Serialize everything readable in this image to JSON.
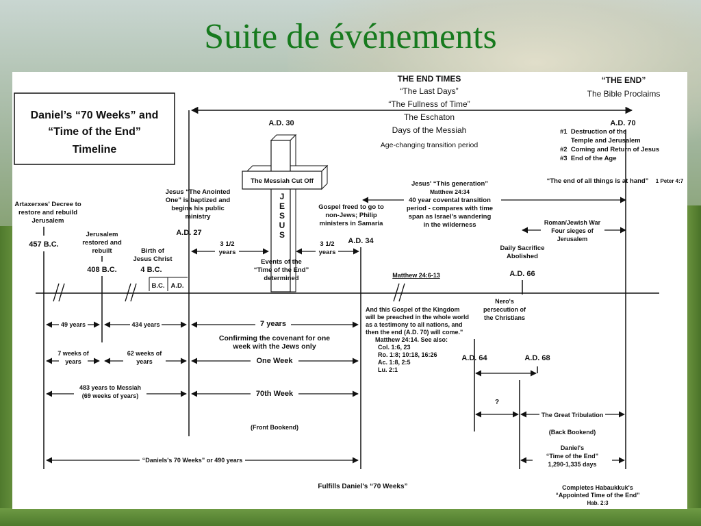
{
  "slide": {
    "title": "Suite de événements"
  },
  "diagram": {
    "box_title": [
      "Daniel’s “70 Weeks” and",
      "“Time of the End”",
      "Timeline"
    ],
    "end_times": [
      "THE END TIMES",
      "“The Last Days”",
      "“The Fullness of Time”",
      "The Eschaton",
      "Days of the Messiah"
    ],
    "transition_period": "Age-changing transition period",
    "the_end": [
      "“THE END”",
      "The Bible Proclaims"
    ],
    "ad70": "A.D. 70",
    "events70": [
      "#1  Destruction of the",
      "      Temple and Jerusalem",
      "#2  Coming and Return of Jesus",
      "#3  End of the Age"
    ],
    "ad30": "A.D. 30",
    "messiah_cut_off": "The Messiah Cut Off",
    "jesus_letters": [
      "J",
      "E",
      "S",
      "U",
      "S"
    ],
    "artaxerxes": [
      "Artaxerxes' Decree to",
      "restore and rebuild",
      "Jerusalem"
    ],
    "bc457": "457 B.C.",
    "jerusalem_restored": [
      "Jerusalem",
      "restored and",
      "rebuilt"
    ],
    "bc408": "408 B.C.",
    "birth": [
      "Birth of",
      "Jesus Christ"
    ],
    "bc4": "4 B.C.",
    "bc_label": "B.C.",
    "ad_label": "A.D.",
    "baptized": [
      "Jesus “The Anointed",
      "One” is baptized and",
      "begins his public",
      "ministry"
    ],
    "ad27": "A.D. 27",
    "three_half_left": [
      "3 1/2",
      "years"
    ],
    "events_time_end": [
      "Events of the",
      "“Time of the End”",
      "determined"
    ],
    "gospel_freed": [
      "Gospel freed to go to",
      "non-Jews; Philip",
      "ministers in Samaria"
    ],
    "three_half_right": [
      "3 1/2",
      "years"
    ],
    "ad34": "A.D. 34",
    "generation": [
      "Jesus' “This generation”",
      "Matthew 24:34",
      "40 year covental transition",
      "period - compares with time",
      "span as Israel's wandering",
      "in the wilderness"
    ],
    "end_all_things": "“The end of all things is at hand”",
    "peter": "1 Peter 4:7",
    "roman_war": [
      "Roman/Jewish War",
      "Four sieges of",
      "Jerusalem"
    ],
    "daily_sacrifice": [
      "Daily Sacrifice",
      "Abolished"
    ],
    "ad66": "A.D. 66",
    "matthew_24_6": "Matthew 24:6-13",
    "gospel_kingdom": [
      "And this Gospel of the Kingdom",
      "will be preached in the whole world",
      "as a testimony to all nations, and",
      "then the end (A.D. 70) will come.\"",
      "Matthew 24:14. See also:",
      "Col. 1:6, 23",
      "Ro. 1:8; 10:18, 16:26",
      "Ac. 1:8, 2:5",
      "Lu. 2:1"
    ],
    "nero": [
      "Nero's",
      "persecution of",
      "the Christians"
    ],
    "ad64": "A.D. 64",
    "ad68": "A.D. 68",
    "question": "?",
    "great_tribulation": "The Great Tribulation",
    "back_bookend": "(Back Bookend)",
    "daniels_time_end": [
      "Daniel's",
      "“Time of the End”",
      "1,290-1,335 days"
    ],
    "habakkuk": [
      "Completes Habaukkuk's",
      "“Appointed Time of the End”",
      "Hab. 2:3"
    ],
    "years49": "49 years",
    "years434": "434 years",
    "years7": "7 years",
    "confirming": [
      "Confirming the covenant for one",
      "week with the Jews only"
    ],
    "weeks7": [
      "7 weeks of",
      "years"
    ],
    "weeks62": [
      "62 weeks of",
      "years"
    ],
    "one_week": "One Week",
    "years483": [
      "483 years to Messiah",
      "(69 weeks of years)"
    ],
    "week70": "70th Week",
    "front_bookend": "(Front Bookend)",
    "daniels_70_weeks": "“Daniels's 70 Weeks” or 490 years",
    "fulfills": "Fulfills Daniel's “70 Weeks”"
  }
}
